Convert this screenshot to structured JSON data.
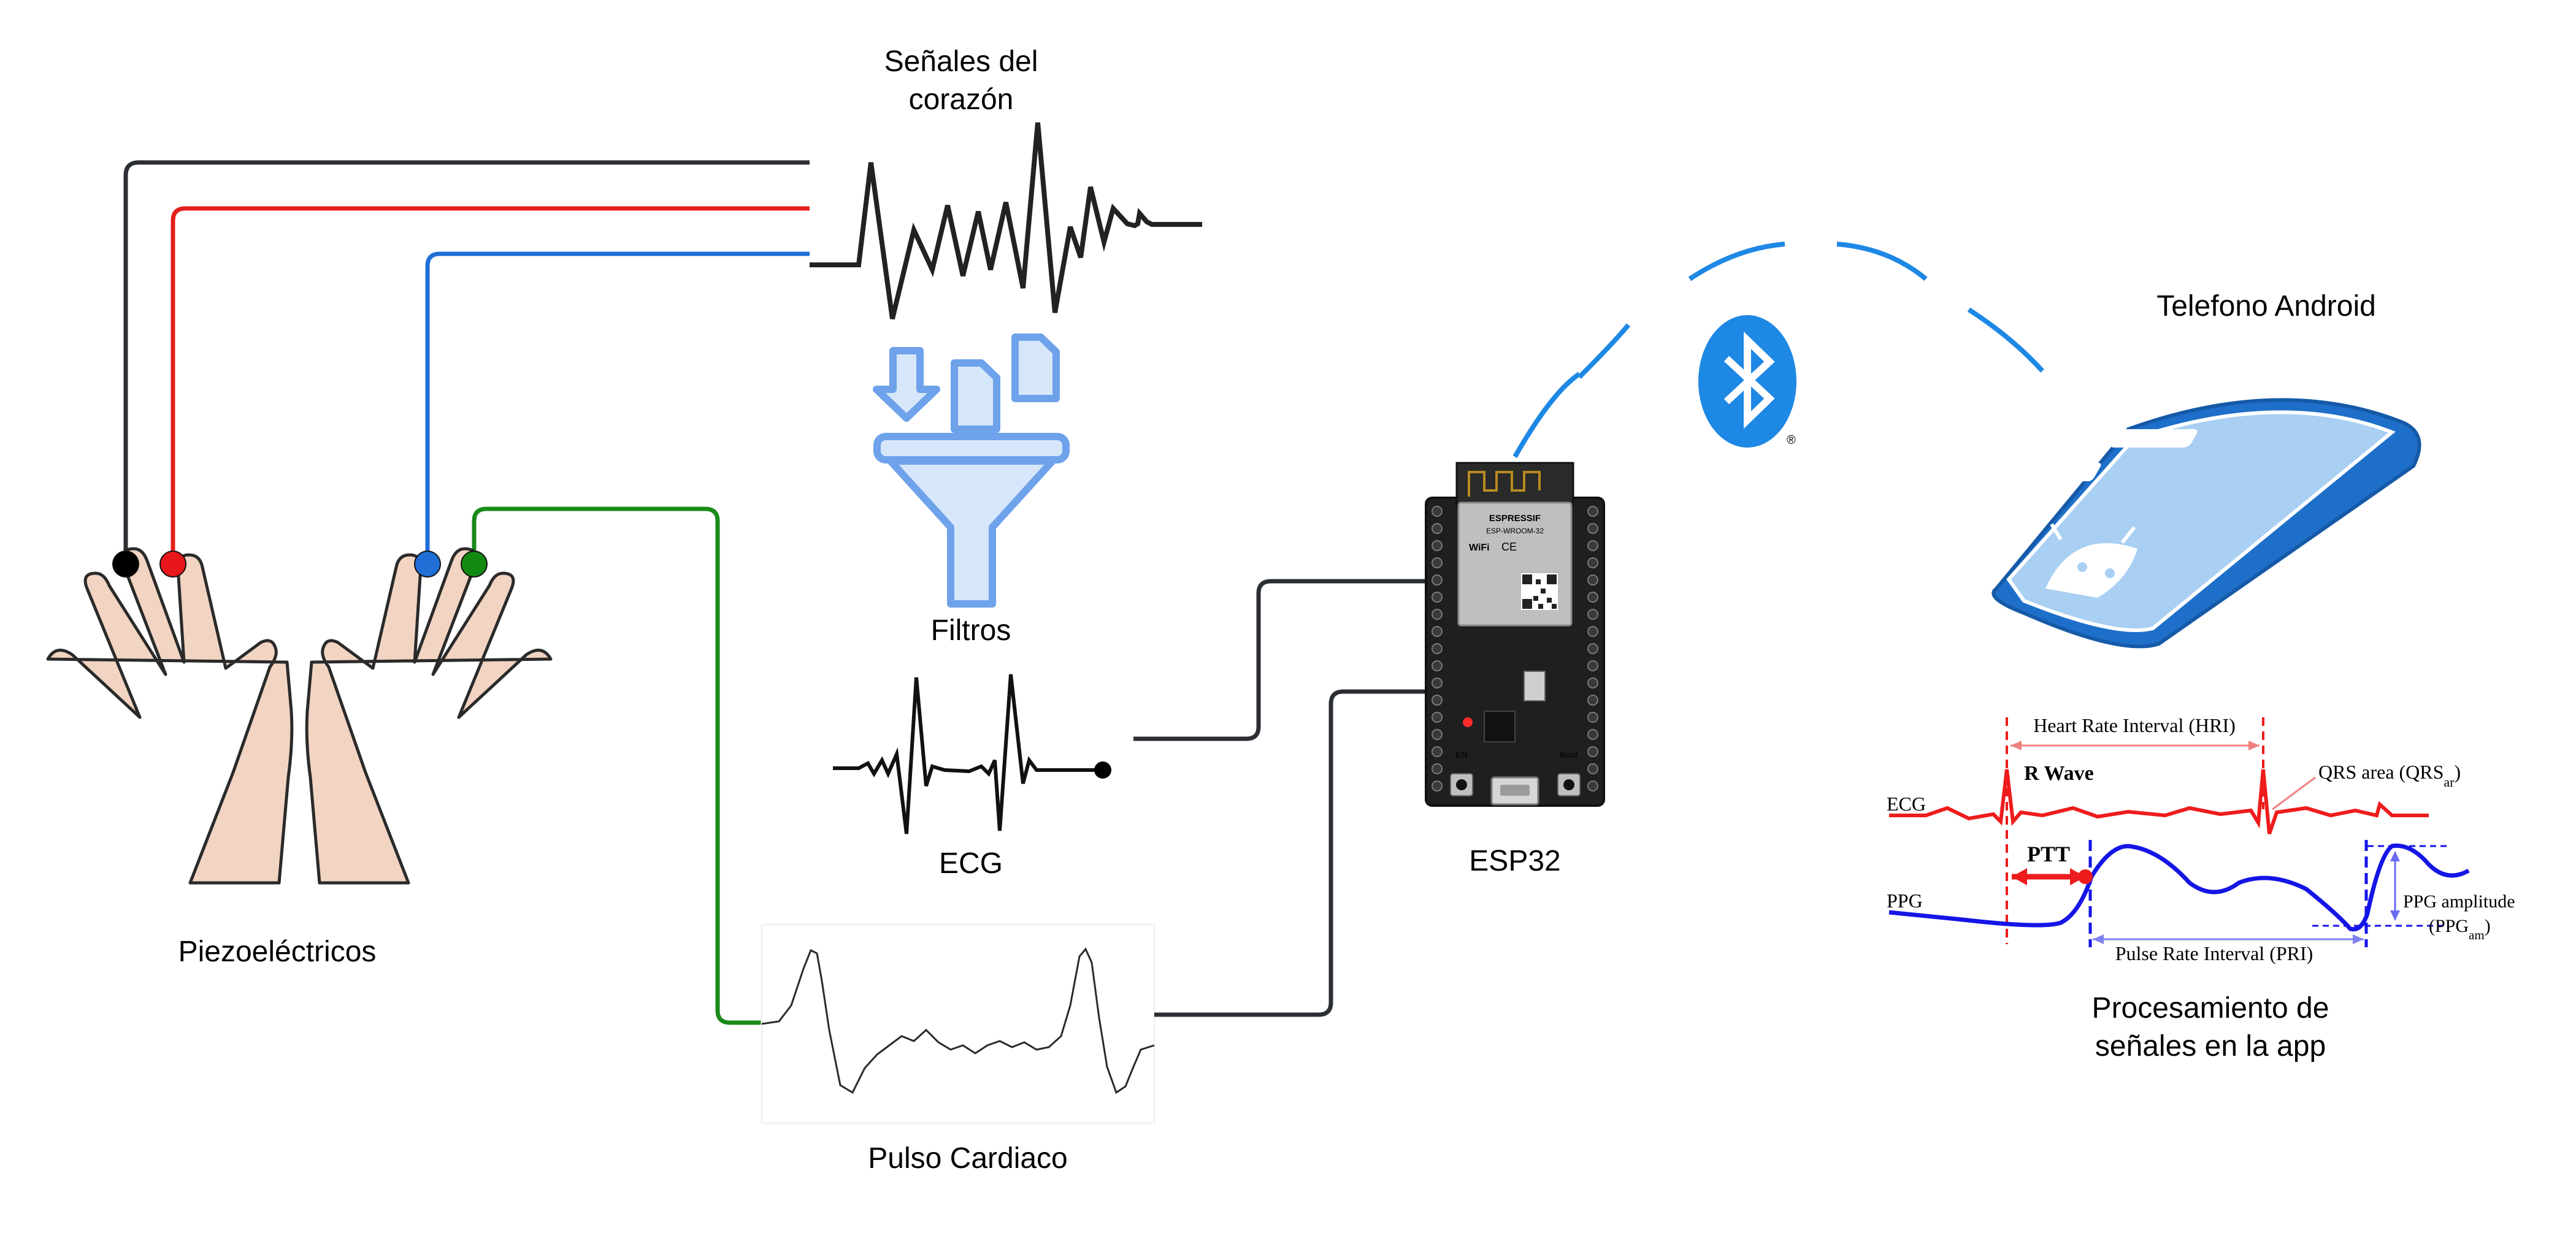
{
  "labels": {
    "heart_signals": [
      "Señales del",
      "corazón"
    ],
    "filters": "Filtros",
    "ecg": "ECG",
    "pulse": "Pulso Cardiaco",
    "piezo": "Piezoeléctricos",
    "esp32": "ESP32",
    "phone": "Telefono Android",
    "processing": [
      "Procesamiento de",
      "señales en la app"
    ]
  },
  "chip": {
    "brand": "ESPRESSIF",
    "model": "ESP-WROOM-32",
    "wifi": "WiFi",
    "ce": "CE",
    "en": "EN",
    "boot": "Boot"
  },
  "bluetooth": {
    "registered": "®"
  },
  "ppg_figure": {
    "hri": "Heart Rate Interval (HRI)",
    "r_wave": "R Wave",
    "qrs_area": "QRS area (QRS",
    "qrs_sub": "ar",
    "qrs_close": ")",
    "ecg": "ECG",
    "ppg": "PPG",
    "ptt": "PTT",
    "ppg_amplitude": "PPG amplitude",
    "ppg_am_open": "(PPG",
    "ppg_am_sub": "am",
    "ppg_am_close": ")",
    "pri": "Pulse Rate Interval (PRI)"
  },
  "colors": {
    "wire_dark": "#2b2f33",
    "wire_red": "#e3201b",
    "wire_blue": "#1f6fd6",
    "wire_green": "#1a8a1a",
    "skin": "#f2d4c2",
    "bluetooth": "#1e88e5",
    "filter_icon": "#6ea2ea",
    "phone": "#1e6fc9",
    "ecg_red": "#ee1c1c",
    "ppg_blue": "#1515e6"
  }
}
